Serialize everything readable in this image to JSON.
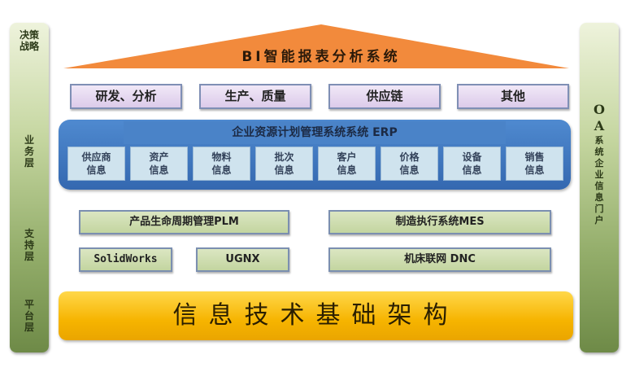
{
  "left_layers": [
    {
      "label": "决策战略"
    },
    {
      "label": "业务层"
    },
    {
      "label": "支持层"
    },
    {
      "label": "平台层"
    }
  ],
  "right_pillar": {
    "label_top": [
      "O",
      "A"
    ],
    "label": "系统企业信息门户"
  },
  "roof": {
    "title": "BI智能报表分析系统",
    "color": "#f28a3c"
  },
  "business": [
    {
      "label": "研发、分析"
    },
    {
      "label": "生产、质量"
    },
    {
      "label": "供应链"
    },
    {
      "label": "其他"
    }
  ],
  "erp": {
    "title": "企业资源计划管理系统系统 ERP",
    "cells": [
      {
        "line1": "供应商",
        "line2": "信息"
      },
      {
        "line1": "资产",
        "line2": "信息"
      },
      {
        "line1": "物料",
        "line2": "信息"
      },
      {
        "line1": "批次",
        "line2": "信息"
      },
      {
        "line1": "客户",
        "line2": "信息"
      },
      {
        "line1": "价格",
        "line2": "信息"
      },
      {
        "line1": "设备",
        "line2": "信息"
      },
      {
        "line1": "销售",
        "line2": "信息"
      }
    ]
  },
  "support": {
    "plm": "产品生命周期管理PLM",
    "mes": "制造执行系统MES",
    "solidworks": "SolidWorks",
    "ugnx": "UGNX",
    "dnc": "机床联网 DNC"
  },
  "platform": {
    "title": "信息技术基础架构"
  }
}
